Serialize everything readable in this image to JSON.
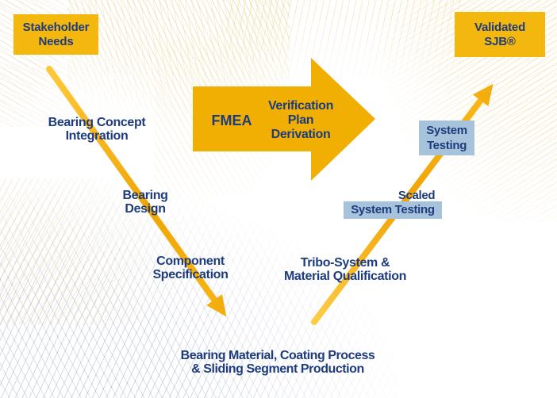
{
  "diagram": {
    "nodes": {
      "stakeholder_needs": {
        "label": "Stakeholder\nNeeds"
      },
      "validated_sjb": {
        "label": "Validated\nSJB®"
      }
    },
    "left_path": {
      "bearing_concept": {
        "label": "Bearing Concept\nIntegration"
      },
      "bearing_design": {
        "label": "Bearing\nDesign"
      },
      "component_specification": {
        "label": "Component\nSpecification"
      }
    },
    "bottom": {
      "production": {
        "label": "Bearing Material, Coating Process\n& Sliding Segment Production"
      }
    },
    "right_path": {
      "tribo_system": {
        "label": "Tribo-System &\nMaterial Qualification"
      },
      "scaled_prefix": {
        "label": "Scaled"
      },
      "scaled_system_testing": {
        "label": "System Testing"
      },
      "system_testing": {
        "label": "System\nTesting"
      }
    },
    "center_arrow": {
      "fmea": "FMEA",
      "plan": "Verification\nPlan\nDerivation"
    },
    "colors": {
      "accent_yellow": "#F2B200",
      "text_navy": "#1E3C7D",
      "testing_highlight": "#A7C3DB"
    }
  }
}
